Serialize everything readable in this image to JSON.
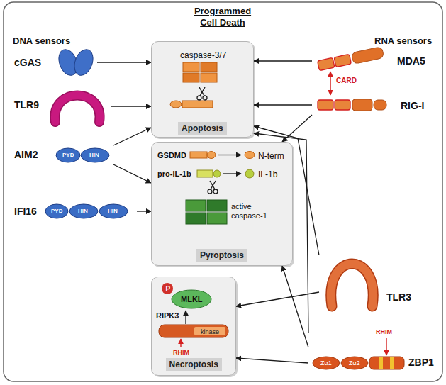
{
  "diagram": {
    "title": "Programmed Cell Death",
    "nodes": [
      {
        "text": [
          "cGAS"
        ]
      },
      {
        "text": [
          "TLR9"
        ]
      },
      {
        "text": [
          "AIM2",
          "PYD",
          "HIN"
        ]
      },
      {
        "text": [
          "IFI16",
          "PYD",
          "HIN",
          "HIN"
        ]
      },
      {
        "text": [
          "caspase-3/7",
          "Apoptosis"
        ]
      },
      {
        "text": [
          "GSDMD",
          "N-term",
          "pro-IL-1b",
          "IL-1b",
          "active caspase-1",
          "Pyroptosis"
        ]
      },
      {
        "text": [
          "P",
          "MLKL",
          "RIPK3",
          "kinase",
          "RHIM",
          "Necroptosis"
        ]
      },
      {
        "text": [
          "MDA5"
        ]
      },
      {
        "text": [
          "RIG-I"
        ]
      },
      {
        "text": [
          "TLR3"
        ]
      },
      {
        "text": [
          "ZBP1",
          "Zα1",
          "Zα2",
          "RHIM"
        ]
      }
    ],
    "edges": [
      {
        "from": 0,
        "to": 4,
        "arrow": "to"
      },
      {
        "from": 1,
        "to": 4,
        "arrow": "to"
      },
      {
        "from": 2,
        "to": 4,
        "arrow": "to"
      },
      {
        "from": 2,
        "to": 5,
        "arrow": "to"
      },
      {
        "from": 3,
        "to": 5,
        "arrow": "to"
      },
      {
        "from": 7,
        "to": 4,
        "arrow": "to"
      },
      {
        "from": 8,
        "to": 4,
        "arrow": "to"
      },
      {
        "from": 8,
        "to": 5,
        "arrow": "to"
      },
      {
        "from": 9,
        "to": 4,
        "arrow": "to"
      },
      {
        "from": 9,
        "to": 6,
        "arrow": "to"
      },
      {
        "from": 10,
        "to": 4,
        "arrow": "to"
      },
      {
        "from": 10,
        "to": 5,
        "arrow": "to"
      },
      {
        "from": 10,
        "to": 6,
        "arrow": "to"
      }
    ],
    "labels": [
      "DNA sensors",
      "RNA sensors",
      "CARD"
    ]
  }
}
